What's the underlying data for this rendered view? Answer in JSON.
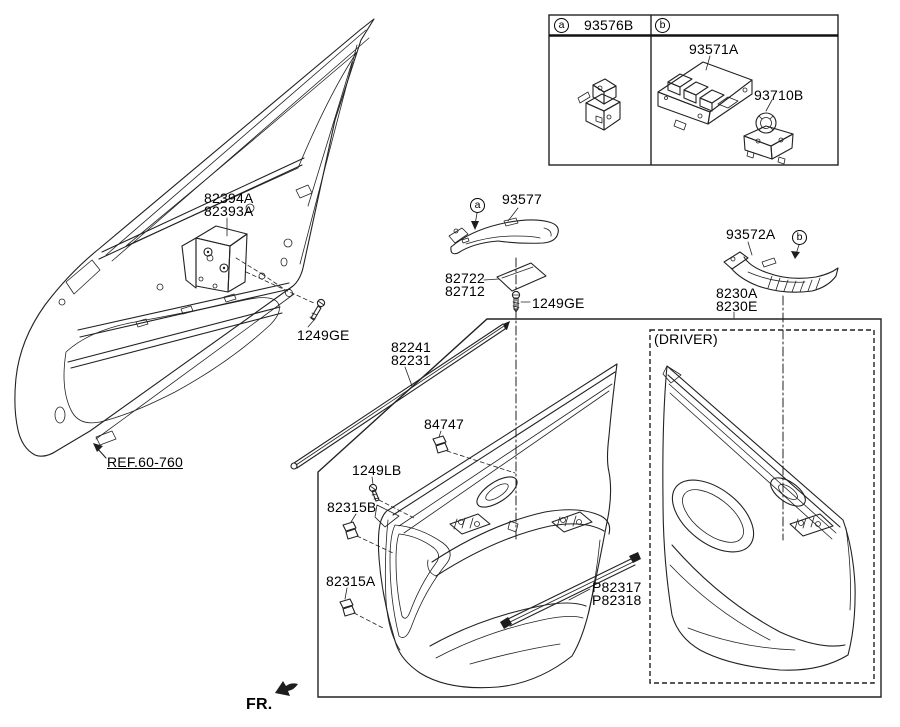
{
  "legend": {
    "a_letter": "a",
    "a_code": "93576B",
    "b_letter": "b",
    "master_switch_code": "93571A",
    "mirror_switch_code": "93710B"
  },
  "door_shell": {
    "latch_code_1": "82394A",
    "latch_code_2": "82393A",
    "screw_code": "1249GE",
    "ref_code": "REF.60-760"
  },
  "trim": {
    "marker_a": "a",
    "bezel_code": "93577",
    "pad_code_1": "82722",
    "pad_code_2": "82712",
    "screw_code": "1249GE",
    "weatherstrip_code_1": "82241",
    "weatherstrip_code_2": "82231",
    "clip_top_code": "84747",
    "screw_lb_code": "1249LB",
    "clip_b_code": "82315B",
    "clip_a_code": "82315A",
    "scuff_code_1": "P82317",
    "scuff_code_2": "P82318"
  },
  "right_side": {
    "armrest_code": "93572A",
    "marker_b": "b",
    "panel_code_1": "8230A",
    "panel_code_2": "8230E",
    "driver_label": "(DRIVER)"
  },
  "footer": {
    "fr_label": "FR."
  }
}
